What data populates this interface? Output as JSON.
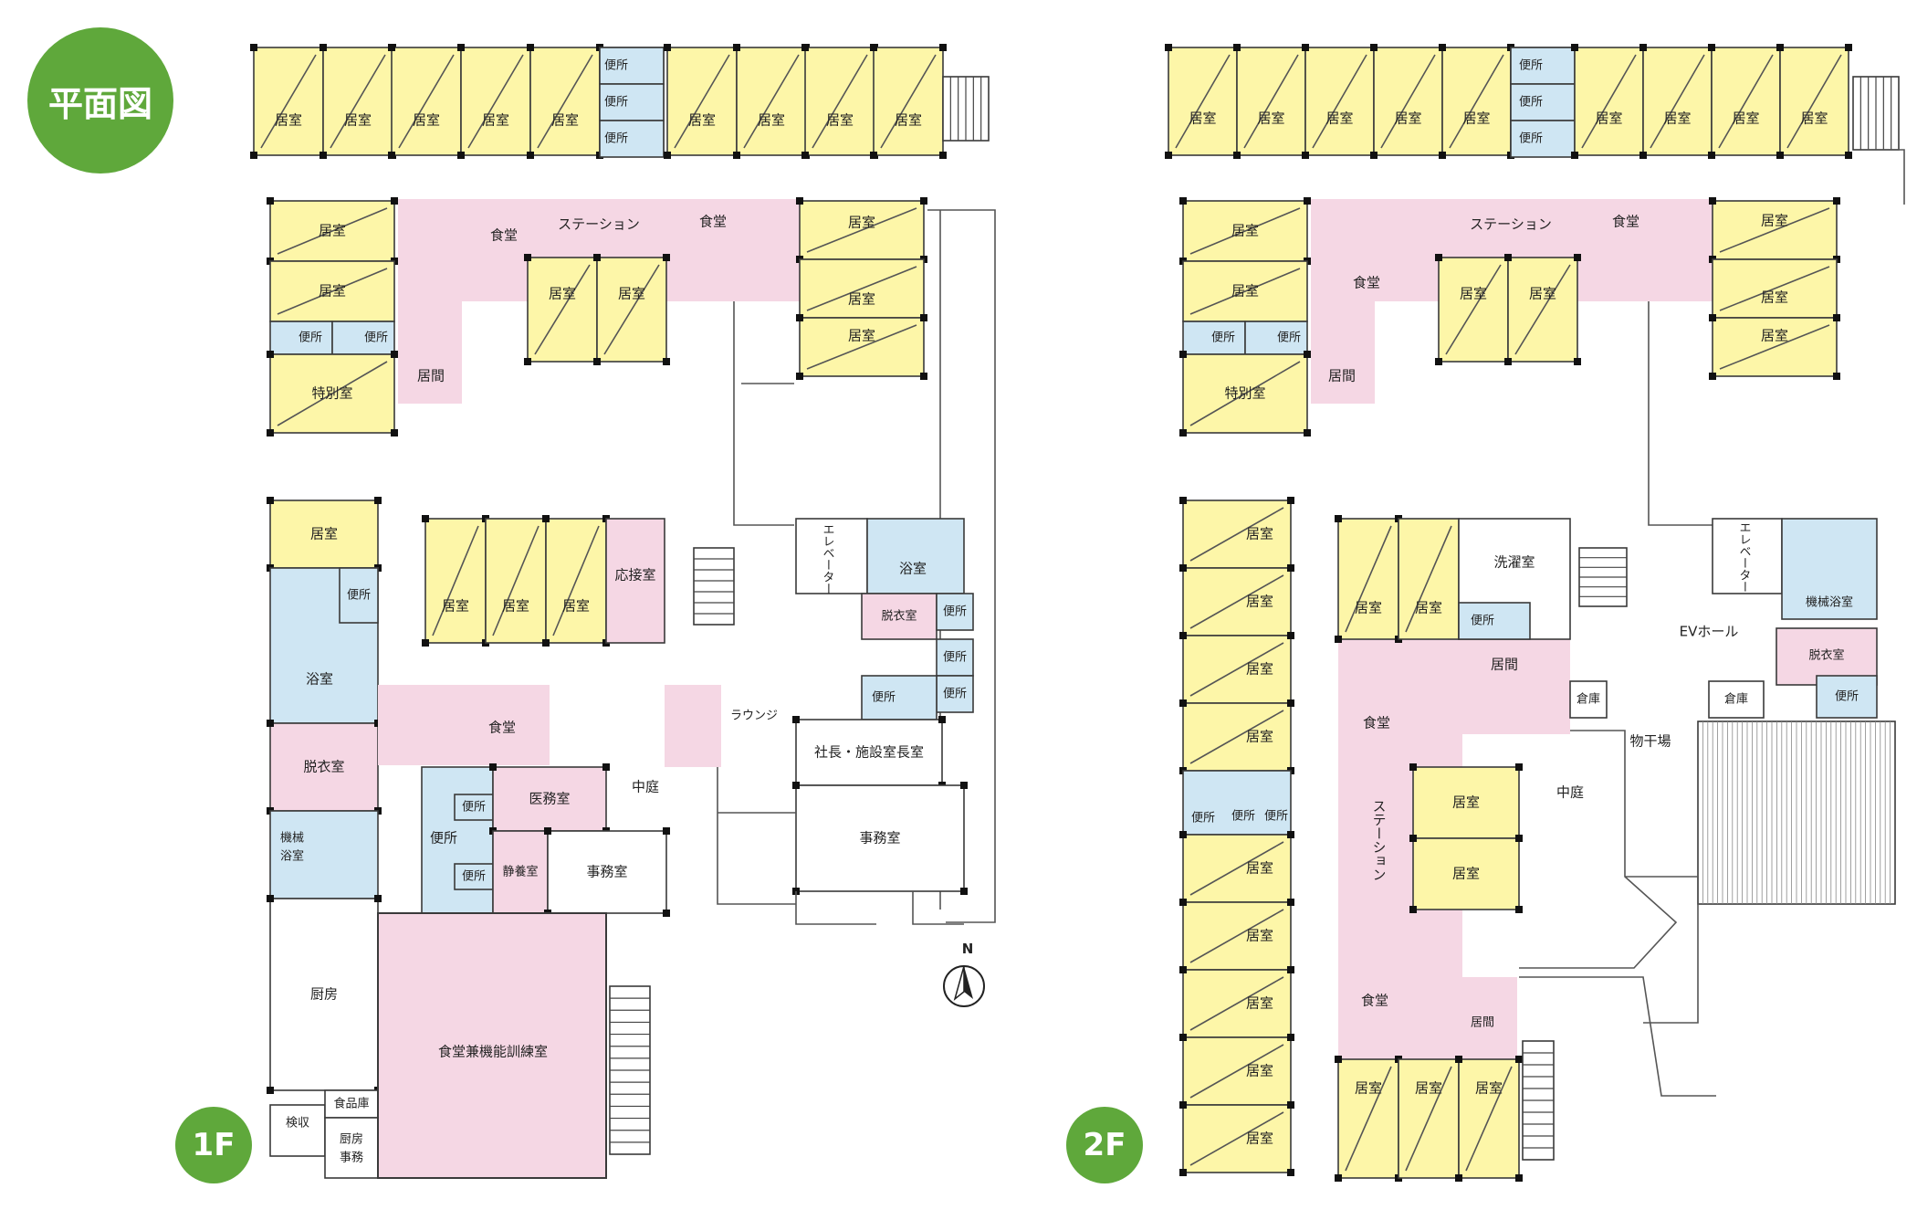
{
  "title": "平面図",
  "floors": [
    "1F",
    "2F"
  ],
  "compass": "N",
  "labels": {
    "kyoshitsu": "居室",
    "benjo": "便所",
    "shokudo": "食堂",
    "station": "ステーション",
    "tokubetsu": "特別室",
    "kyoma": "居間",
    "oosetsu": "応接室",
    "yokushitsu": "浴室",
    "datsui": "脱衣室",
    "kikai": "機械浴室",
    "kikai_a": "機械",
    "kikai_b": "浴室",
    "chubo": "厨房",
    "shokuhinko": "食品庫",
    "kenshu": "検収",
    "chubo_jimu_a": "厨房",
    "chubo_jimu_b": "事務",
    "shokudo_kunren": "食堂兼機能訓練室",
    "iryo": "医務室",
    "seiyo": "静養室",
    "jimu": "事務室",
    "nakaniwa": "中庭",
    "lounge": "ラウンジ",
    "shacho": "社長・施設室長室",
    "elevator": "エレベーター",
    "sentaku": "洗濯室",
    "ev_hall": "EVホール",
    "souko": "倉庫",
    "monohoshi": "物干場"
  }
}
